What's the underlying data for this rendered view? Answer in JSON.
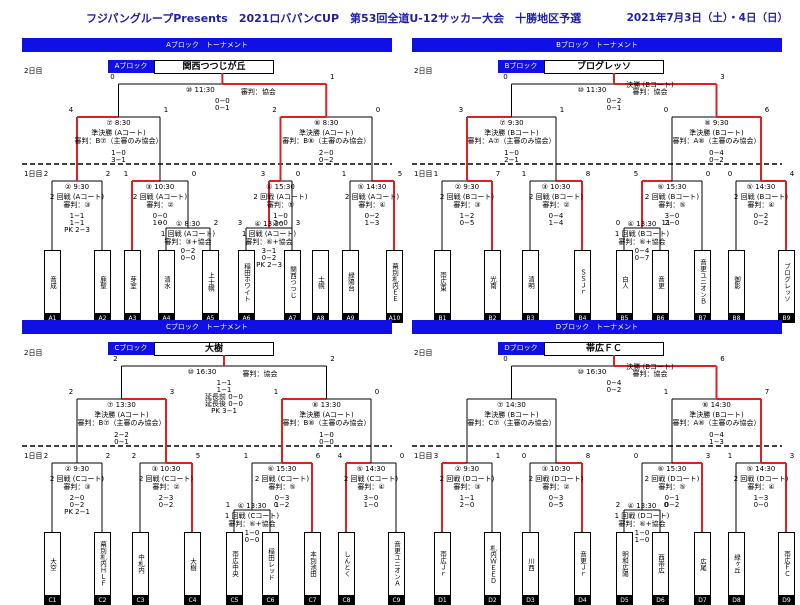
{
  "header": {
    "title": "フジパングループPresents　2021ロバパンCUP　第53回全道U-12サッカー大会　十勝地区予選",
    "date": "2021年7月3日（土）・4日（日）"
  },
  "colors": {
    "bar": "#1010e6",
    "win": "#e02020",
    "title": "#1f1fa8"
  },
  "blocks": [
    {
      "id": "A",
      "bar_label": "Aブロック　トーナメント",
      "tag": "Aブロック",
      "winner": "関西つつじが丘",
      "day2": "2日目",
      "day1": "1日目",
      "final": {
        "time": "⑩ 11:30",
        "l1": "",
        "l2": "審判：協会",
        "scores": [
          "0−0",
          "0−1"
        ],
        "ls": "0",
        "rs": "1"
      },
      "sf_left": {
        "time": "⑦ 8:30",
        "l1": "準決勝 (Aコート)",
        "l2": "審判：B⑦（主審のみ協会）",
        "scores": [
          "1−0",
          "3−1"
        ],
        "ls": "4",
        "rs": "1"
      },
      "sf_right": {
        "time": "⑧ 8:30",
        "l1": "準決勝 (Aコート)",
        "l2": "審判：B⑧（主審のみ協会）",
        "scores": [
          "2−0",
          "0−2"
        ],
        "ls": "2",
        "rs": "0"
      },
      "r2": [
        {
          "time": "② 9:30",
          "l1": "2 回戦 (Aコート)",
          "l2": "審判：③",
          "scores": [
            "1−1",
            "1−1",
            "PK 2−3"
          ],
          "ls": "2",
          "rs": "2"
        },
        {
          "time": "③ 10:30",
          "l1": "2 回戦 (Aコート)",
          "l2": "審判：②",
          "scores": [
            "0−0",
            "1−0"
          ],
          "ls": "1",
          "rs": "0"
        },
        {
          "time": "⑥ 15:30",
          "l1": "2 回戦 (Aコート)",
          "l2": "審判：⑤",
          "scores": [
            "1−0",
            "2−0"
          ],
          "ls": "3",
          "rs": "0"
        },
        {
          "time": "⑤ 14:30",
          "l1": "2 回戦 (Aコート)",
          "l2": "審判：④",
          "scores": [
            "0−2",
            "1−3"
          ],
          "ls": "1",
          "rs": "5"
        }
      ],
      "r1a": {
        "time": "① 8:30",
        "l1": "1 回戦 (Aコート)",
        "l2": "審判：③+協会",
        "scores": [
          "0−2",
          "0−0"
        ],
        "ls": "0",
        "rs": "2"
      },
      "r1b": {
        "time": "④ 13:30",
        "l1": "1 回戦 (Aコート)",
        "l2": "審判：⑥+協会",
        "scores": [
          "3−1",
          "0−2",
          "PK 2−3"
        ],
        "ls": "3",
        "rs": "3"
      },
      "teams": [
        {
          "code": "A1",
          "name": "音成"
        },
        {
          "code": "A2",
          "name": "鹿聖"
        },
        {
          "code": "A3",
          "name": "芽室"
        },
        {
          "code": "A4",
          "name": "清水"
        },
        {
          "code": "A5",
          "name": "上士幌"
        },
        {
          "code": "A6",
          "name": "稲田ホワイト"
        },
        {
          "code": "A7",
          "name": "関西つつじ"
        },
        {
          "code": "A8",
          "name": "士幌"
        },
        {
          "code": "A9",
          "name": "緑陽台"
        },
        {
          "code": "A10",
          "name": "幕別札内ＥＥ"
        }
      ]
    },
    {
      "id": "B",
      "bar_label": "Bブロック　トーナメント",
      "tag": "Bブロック",
      "winner": "ブログレッソ",
      "day2": "2日目",
      "day1": "1日目",
      "final": {
        "time": "⑩ 11:30",
        "l1": "決勝 (Bコート)",
        "l2": "審判：協会",
        "scores": [
          "0−2",
          "0−1"
        ],
        "ls": "0",
        "rs": "3"
      },
      "sf_left": {
        "time": "⑦ 9:30",
        "l1": "準決勝 (Bコート)",
        "l2": "審判：A⑦（主審のみ協会）",
        "scores": [
          "1−0",
          "2−1"
        ],
        "ls": "3",
        "rs": "1"
      },
      "sf_right": {
        "time": "⑧ 9:30",
        "l1": "準決勝 (Bコート)",
        "l2": "審判：A⑧（主審のみ協会）",
        "scores": [
          "0−4",
          "0−2"
        ],
        "ls": "0",
        "rs": "6"
      },
      "r2": [
        {
          "time": "② 9:30",
          "l1": "2 回戦 (Bコート)",
          "l2": "審判：③",
          "scores": [
            "1−2",
            "0−5"
          ],
          "ls": "1",
          "rs": "7"
        },
        {
          "time": "③ 10:30",
          "l1": "2 回戦 (Bコート)",
          "l2": "審判：②",
          "scores": [
            "0−4",
            "1−4"
          ],
          "ls": "1",
          "rs": "8"
        },
        {
          "time": "⑥ 15:30",
          "l1": "2 回戦 (Bコート)",
          "l2": "審判：⑤",
          "scores": [
            "3−0",
            "2−0"
          ],
          "ls": "5",
          "rs": "0"
        },
        {
          "time": "⑤ 14:30",
          "l1": "2 回戦 (Bコート)",
          "l2": "審判：④",
          "scores": [
            "0−2",
            "0−2"
          ],
          "ls": "0",
          "rs": "4"
        }
      ],
      "r1a": null,
      "r1b": {
        "time": "④ 13:30",
        "l1": "1 回戦 (Bコート)",
        "l2": "審判：⑥+協会",
        "scores": [
          "0−4",
          "0−7"
        ],
        "ls": "0",
        "rs": "11"
      },
      "teams": [
        {
          "code": "B1",
          "name": "帯広東"
        },
        {
          "code": "B2",
          "name": "光南"
        },
        {
          "code": "B3",
          "name": "清明"
        },
        {
          "code": "B4",
          "name": "ＳＳＪｒ"
        },
        {
          "code": "B5",
          "name": "白人"
        },
        {
          "code": "B6",
          "name": "音更"
        },
        {
          "code": "B7",
          "name": "音更ユニオンＢ"
        },
        {
          "code": "B8",
          "name": "御影"
        },
        {
          "code": "B9",
          "name": "ブログレッソ"
        }
      ]
    },
    {
      "id": "C",
      "bar_label": "Cブロック　トーナメント",
      "tag": "Cブロック",
      "winner": "大樹",
      "day2": "2日目",
      "day1": "1日目",
      "final": {
        "time": "⑩ 16:30",
        "l1": "",
        "l2": "審判：協会",
        "scores": [
          "1−1",
          "1−1",
          "延長前 0−0",
          "延長後 0−0",
          "PK 3−1"
        ],
        "ls": "2",
        "rs": "2"
      },
      "sf_left": {
        "time": "⑦ 13:30",
        "l1": "準決勝 (Aコート)",
        "l2": "審判：B⑦（主審のみ協会）",
        "scores": [
          "2−2",
          "0−1"
        ],
        "ls": "2",
        "rs": "3"
      },
      "sf_right": {
        "time": "⑧ 13:30",
        "l1": "準決勝 (Aコート)",
        "l2": "審判：B⑧（主審のみ協会）",
        "scores": [
          "1−0",
          "0−0"
        ],
        "ls": "1",
        "rs": "0"
      },
      "r2": [
        {
          "time": "② 9:30",
          "l1": "2 回戦 (Cコート)",
          "l2": "審判：③",
          "scores": [
            "2−0",
            "0−2",
            "PK 2−1"
          ],
          "ls": "2",
          "rs": "2"
        },
        {
          "time": "③ 10:30",
          "l1": "2 回戦 (Cコート)",
          "l2": "審判：②",
          "scores": [
            "2−3",
            "0−2"
          ],
          "ls": "2",
          "rs": "5"
        },
        {
          "time": "⑥ 15:30",
          "l1": "2 回戦 (Cコート)",
          "l2": "審判：⑤",
          "scores": [
            "0−3",
            "1−2"
          ],
          "ls": "1",
          "rs": "6"
        },
        {
          "time": "⑤ 14:30",
          "l1": "2 回戦 (Cコート)",
          "l2": "審判：④",
          "scores": [
            "3−0",
            "1−0"
          ],
          "ls": "4",
          "rs": "0"
        }
      ],
      "r1a": null,
      "r1b": {
        "time": "④ 13:30",
        "l1": "1 回戦 (Cコート)",
        "l2": "審判：⑥+協会",
        "scores": [
          "1−0",
          "0−0"
        ],
        "ls": "1",
        "rs": "0"
      },
      "teams": [
        {
          "code": "C1",
          "name": "大空"
        },
        {
          "code": "C2",
          "name": "幕別札内ＨＬＦ"
        },
        {
          "code": "C3",
          "name": "中札内"
        },
        {
          "code": "C4",
          "name": "大樹"
        },
        {
          "code": "C5",
          "name": "帯広中央"
        },
        {
          "code": "C6",
          "name": "稲田レッド"
        },
        {
          "code": "C7",
          "name": "本別池田"
        },
        {
          "code": "C8",
          "name": "しんとく"
        },
        {
          "code": "C9",
          "name": "音更ユニオンＡ"
        }
      ]
    },
    {
      "id": "D",
      "bar_label": "Dブロック　トーナメント",
      "tag": "Dブロック",
      "winner": "帯広ＦＣ",
      "day2": "2日目",
      "day1": "1日目",
      "final": {
        "time": "⑩ 16:30",
        "l1": "決勝 (Bコート)",
        "l2": "審判：協会",
        "scores": [
          "0−4",
          "0−2"
        ],
        "ls": "0",
        "rs": "6"
      },
      "sf_left": {
        "time": "⑦ 14:30",
        "l1": "準決勝 (Bコート)",
        "l2": "審判：C⑦（主審のみ協会）",
        "scores": [
          "",
          ""
        ],
        "ls": "",
        "rs": ""
      },
      "sf_right": {
        "time": "⑧ 14:30",
        "l1": "準決勝 (Bコート)",
        "l2": "審判：A⑧（主審のみ協会）",
        "scores": [
          "0−4",
          "1−3"
        ],
        "ls": "1",
        "rs": "7"
      },
      "r2": [
        {
          "time": "② 9:30",
          "l1": "2 回戦 (Dコート)",
          "l2": "審判：③",
          "scores": [
            "1−1",
            "2−0"
          ],
          "ls": "3",
          "rs": "1"
        },
        {
          "time": "③ 10:30",
          "l1": "2 回戦 (Dコート)",
          "l2": "審判：②",
          "scores": [
            "0−3",
            "0−5"
          ],
          "ls": "0",
          "rs": "8"
        },
        {
          "time": "⑥ 15:30",
          "l1": "2 回戦 (Dコート)",
          "l2": "審判：⑤",
          "scores": [
            "0−1",
            "0−2"
          ],
          "ls": "0",
          "rs": "3"
        },
        {
          "time": "⑤ 14:30",
          "l1": "2 回戦 (Dコート)",
          "l2": "審判：④",
          "scores": [
            "1−3",
            "0−0"
          ],
          "ls": "1",
          "rs": "3"
        }
      ],
      "r1a": null,
      "r1b": {
        "time": "④ 13:30",
        "l1": "1 回戦 (Dコート)",
        "l2": "審判：⑥+協会",
        "scores": [
          "1−0",
          "1−0"
        ],
        "ls": "2",
        "rs": "0"
      },
      "teams": [
        {
          "code": "D1",
          "name": "帯広Ｊｒ"
        },
        {
          "code": "D2",
          "name": "札内ＷＥＥＤ"
        },
        {
          "code": "D3",
          "name": "川西"
        },
        {
          "code": "D4",
          "name": "音更Ｊｒ"
        },
        {
          "code": "D5",
          "name": "明和広陽"
        },
        {
          "code": "D6",
          "name": "西帯広"
        },
        {
          "code": "D7",
          "name": "広尾"
        },
        {
          "code": "D8",
          "name": "緑ヶ丘"
        },
        {
          "code": "D9",
          "name": "帯広ＦＣ"
        }
      ]
    }
  ]
}
